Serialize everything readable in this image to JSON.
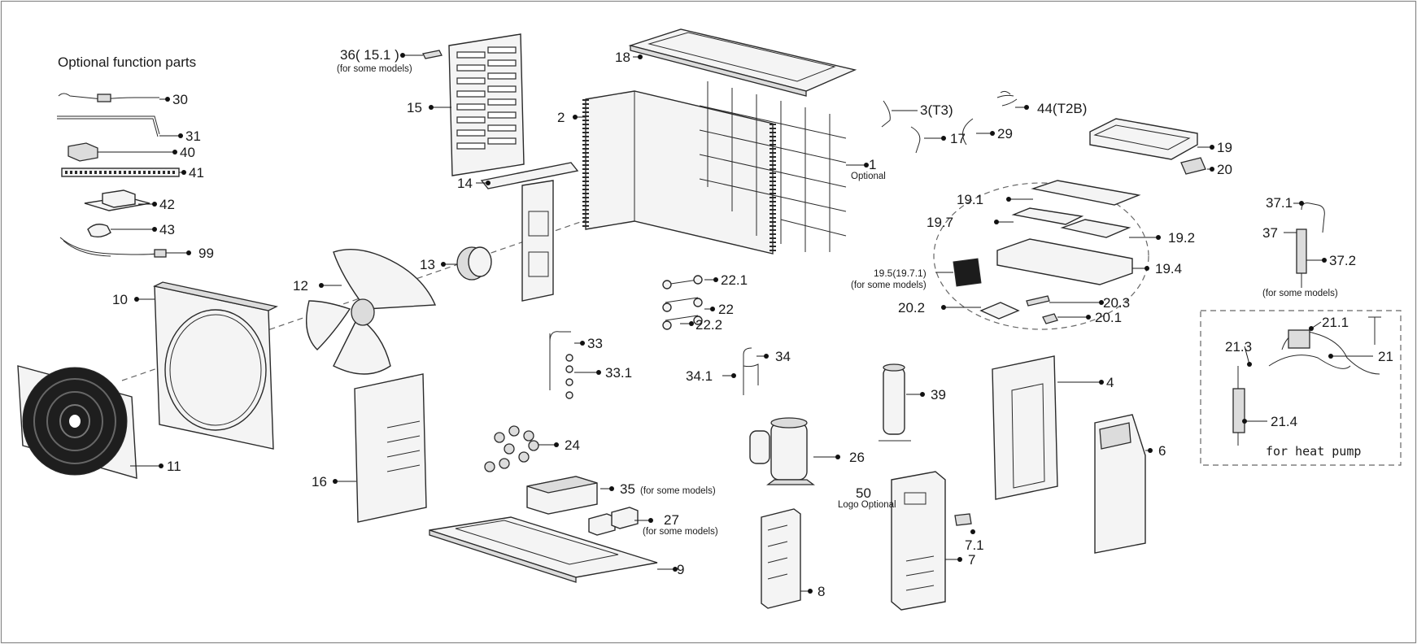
{
  "header": {
    "optional_title": "Optional function parts"
  },
  "labels": {
    "p1": "1",
    "p1_note": "Optional",
    "p2": "2",
    "p3": "3(T3)",
    "p4": "4",
    "p6": "6",
    "p7": "7",
    "p7_1": "7.1",
    "p8": "8",
    "p9": "9",
    "p10": "10",
    "p11": "11",
    "p12": "12",
    "p13": "13",
    "p14": "14",
    "p15": "15",
    "p16": "16",
    "p17": "17",
    "p18": "18",
    "p19": "19",
    "p19_1": "19.1",
    "p19_2": "19.2",
    "p19_4": "19.4",
    "p19_5": "19.5(19.7.1)",
    "p19_5_note": "(for some models)",
    "p19_7": "19.7",
    "p20": "20",
    "p20_1": "20.1",
    "p20_2": "20.2",
    "p20_3": "20.3",
    "p21": "21",
    "p21_1": "21.1",
    "p21_3": "21.3",
    "p21_4": "21.4",
    "p21_note": "for heat pump",
    "p22": "22",
    "p22_1": "22.1",
    "p22_2": "22.2",
    "p24": "24",
    "p26": "26",
    "p27": "27",
    "p27_note": "(for some models)",
    "p29": "29",
    "p30": "30",
    "p31": "31",
    "p33": "33",
    "p33_1": "33.1",
    "p34": "34",
    "p34_1": "34.1",
    "p35": "35",
    "p35_note": "(for some models)",
    "p36": "36( 15.1 )",
    "p36_note": "(for some models)",
    "p37": "37",
    "p37_1": "37.1",
    "p37_2": "37.2",
    "p37_note": "(for some models)",
    "p39": "39",
    "p40": "40",
    "p41": "41",
    "p42": "42",
    "p43": "43",
    "p44": "44(T2B)",
    "p50": "50",
    "p50_note": "Logo Optional",
    "p99": "99"
  }
}
